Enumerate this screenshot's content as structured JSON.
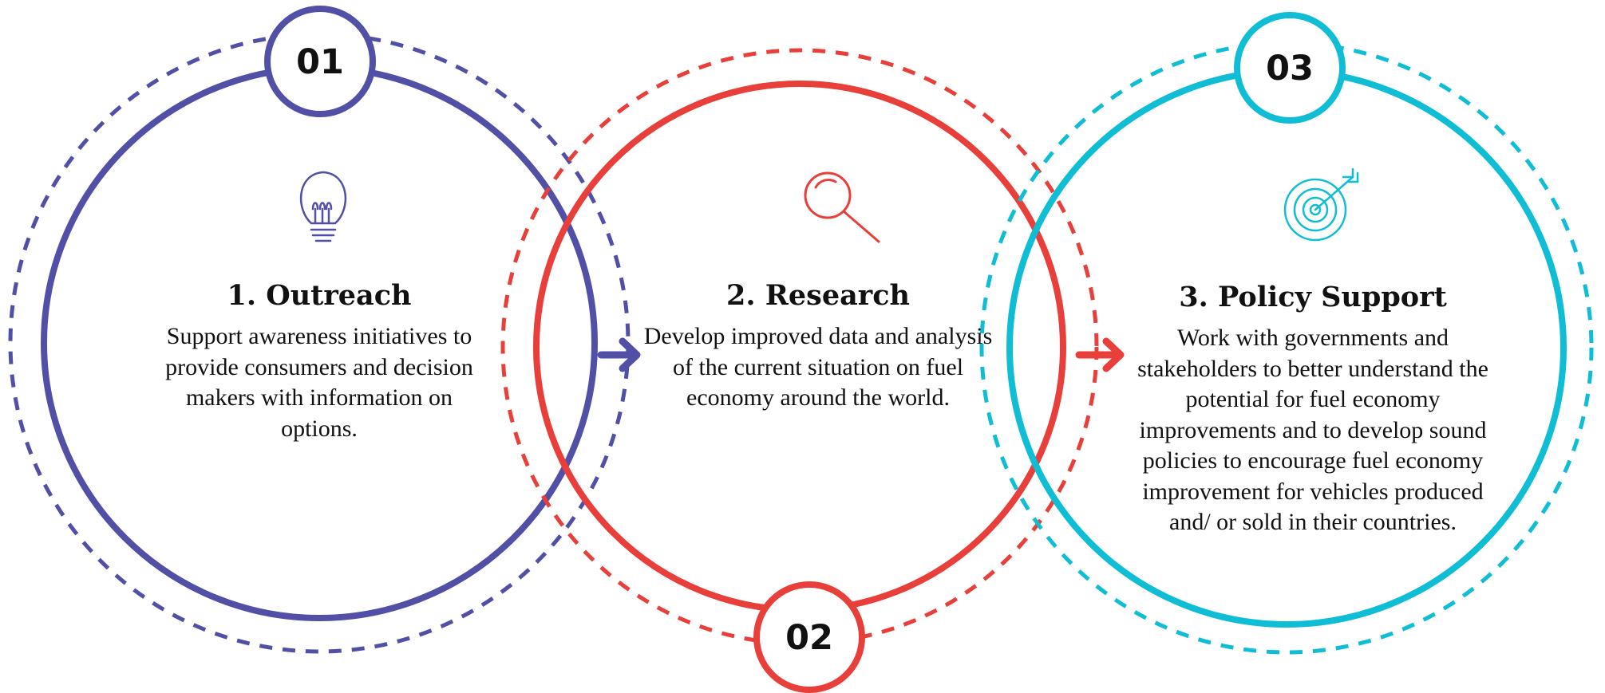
{
  "colors": {
    "outreach": "#5150a6",
    "research": "#e83f3a",
    "policy": "#0fbdd4"
  },
  "stages": [
    {
      "number": "01",
      "title": "1. Outreach",
      "description": "Support awareness initiatives to provide consumers and decision makers with information on options.",
      "icon": "lightbulb-icon"
    },
    {
      "number": "02",
      "title": "2. Research",
      "description": "Develop improved data and analysis of the current situation on fuel economy around the world.",
      "icon": "magnifier-icon"
    },
    {
      "number": "03",
      "title": "3. Policy Support",
      "description": "Work with governments and stakeholders to better understand the potential for fuel economy improvements and to develop sound policies to encourage fuel economy improvement for vehicles produced and/ or sold in their countries.",
      "icon": "target-icon"
    }
  ]
}
